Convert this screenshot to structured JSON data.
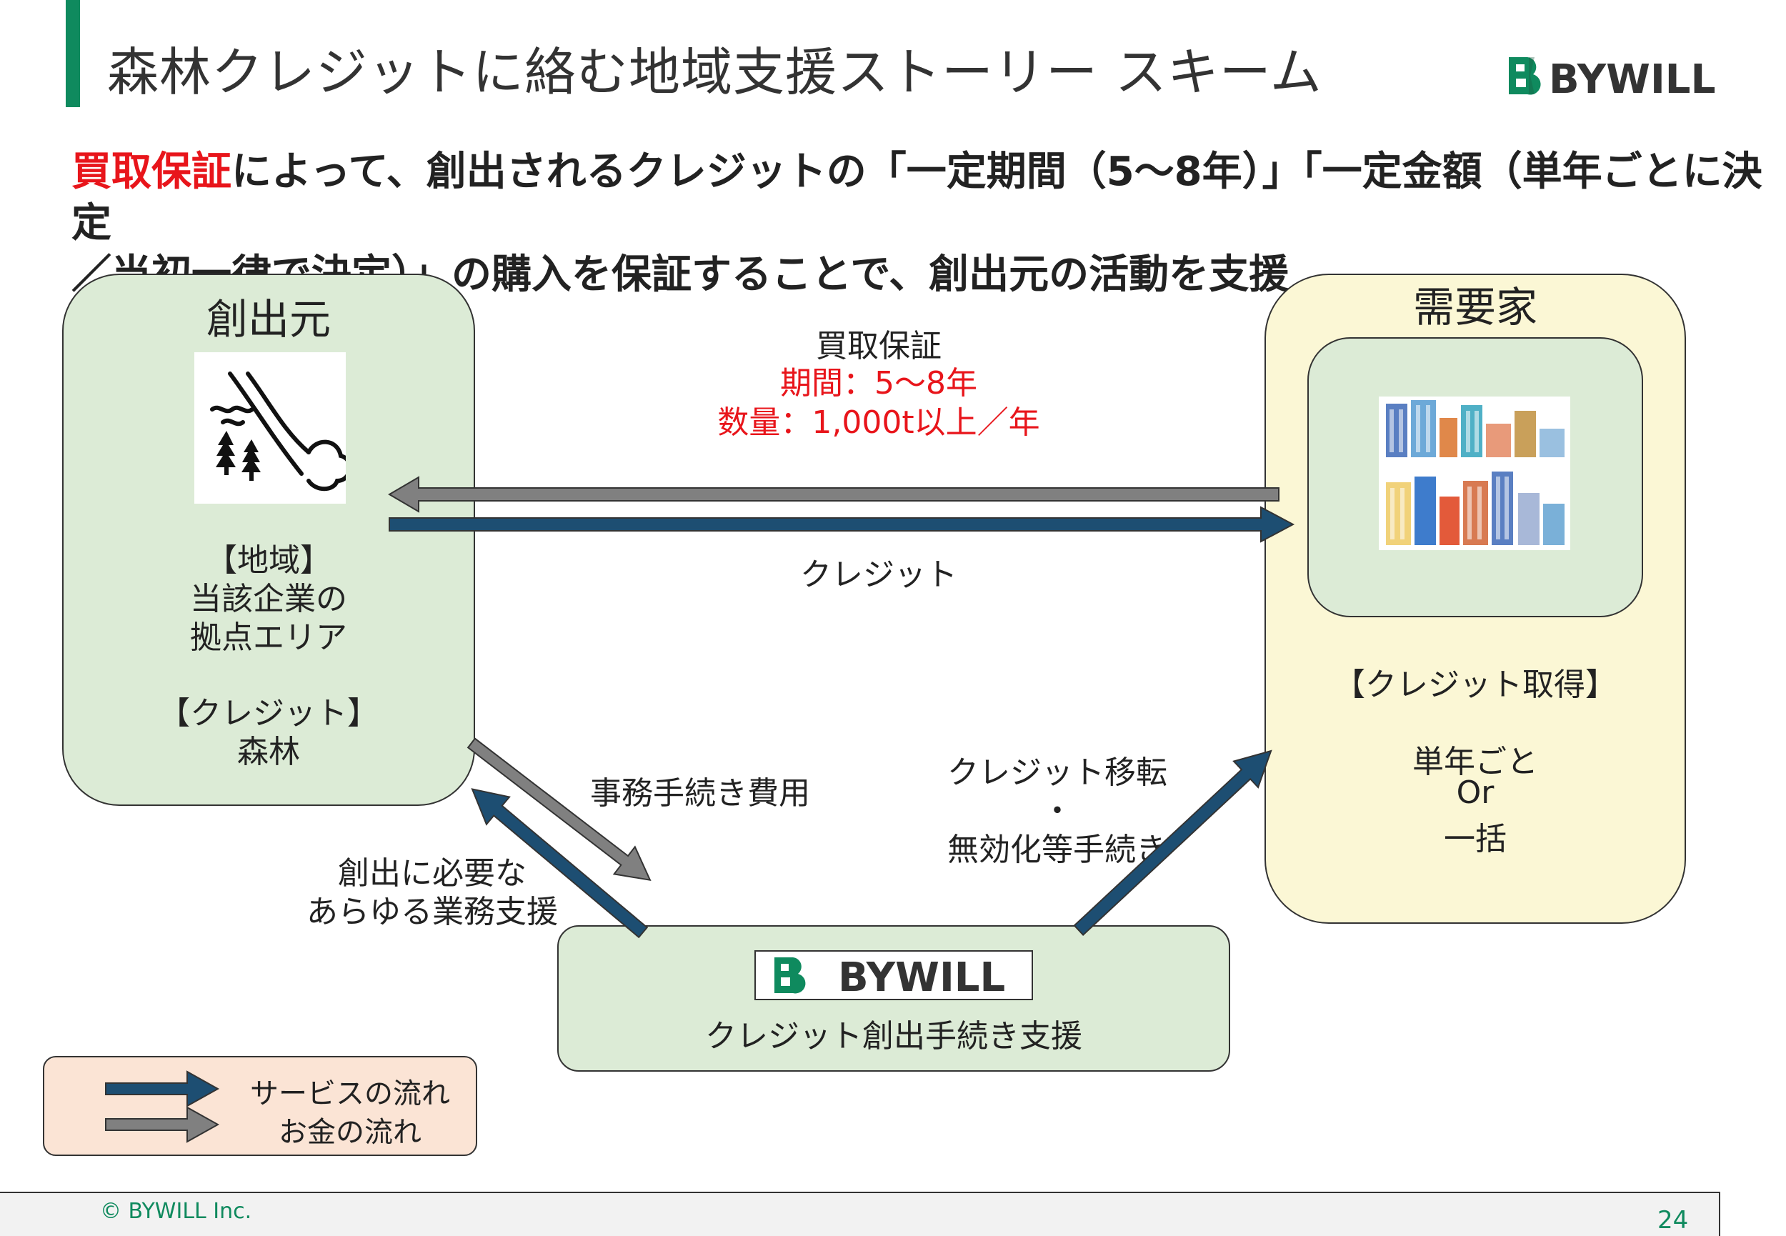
{
  "header": {
    "title": "森林クレジットに絡む地域支援ストーリー スキーム",
    "logo": "BYWILL"
  },
  "lead": {
    "emphasis": "買取保証",
    "line1_rest": "によって、創出されるクレジットの「一定期間（5～8年）」「一定金額（単年ごとに決定",
    "line2": "／当初一律で決定）」の購入を保証することで、創出元の活動を支援"
  },
  "source_box": {
    "title": "創出元",
    "icon": "forest-landslide-icon",
    "region_label": "【地域】",
    "region_line1": "当該企業の",
    "region_line2": "拠点エリア",
    "credit_label": "【クレジット】",
    "credit_value": "森林"
  },
  "demand_box": {
    "title": "需要家",
    "icon": "city-buildings-icon",
    "acquire_label": "【クレジット取得】",
    "option1": "単年ごと",
    "option2": "Or",
    "option3": "一括"
  },
  "bywill_box": {
    "logo": "BYWILL",
    "caption": "クレジット創出手続き支援"
  },
  "flows": {
    "guarantee_title": "買取保証",
    "guarantee_period": "期間：5～8年",
    "guarantee_volume": "数量：1,000t以上／年",
    "credit": "クレジット",
    "admin_fee": "事務手続き費用",
    "support_line1": "創出に必要な",
    "support_line2": "あらゆる業務支援",
    "transfer_line1": "クレジット移転",
    "transfer_dot": "・",
    "transfer_line2": "無効化等手続き"
  },
  "legend": {
    "service": "サービスの流れ",
    "money": "お金の流れ"
  },
  "colors": {
    "service": "#1d4e72",
    "money": "#808080",
    "accent": "#0f8a5e",
    "emphasis": "#e8151b"
  },
  "footer": {
    "copyright": "© BYWILL Inc.",
    "page": "24"
  }
}
